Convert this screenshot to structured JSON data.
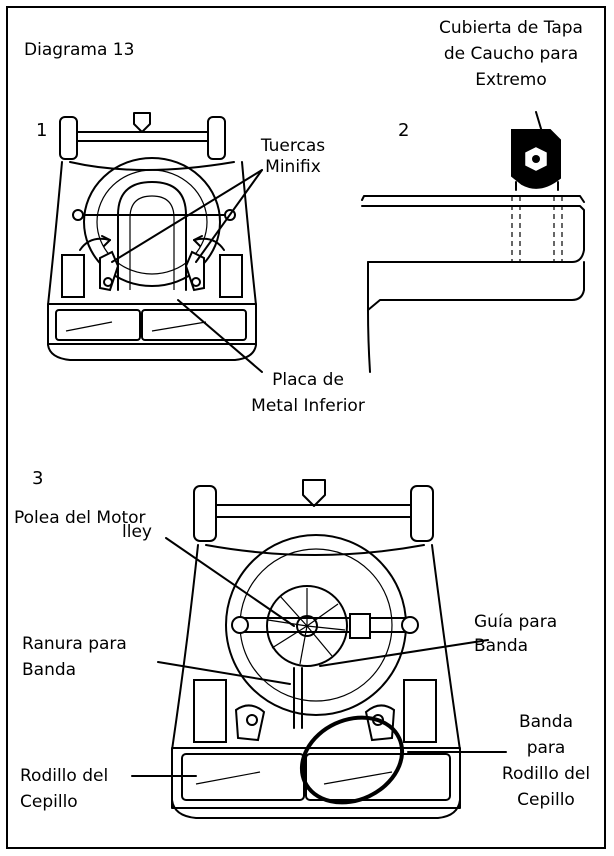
{
  "title": "Diagrama 13",
  "panels": [
    {
      "number": "1"
    },
    {
      "number": "2"
    },
    {
      "number": "3"
    }
  ],
  "labels": {
    "tuercas_line1": "Tuercas",
    "tuercas_line2": "Minifix",
    "placa_line1": "Placa de",
    "placa_line2": "Metal Inferior",
    "cubierta_line1": "Cubierta de Tapa",
    "cubierta_line2": "de Caucho para",
    "cubierta_line3": "Extremo",
    "polea": "Polea del Motor",
    "polea_fragment": "lley",
    "ranura_line1": "Ranura para",
    "ranura_line2": "Banda",
    "guia_line1": "Guía para",
    "guia_line2": "Banda",
    "banda_line1": "Banda",
    "banda_line2": "para",
    "banda_line3": "Rodillo del",
    "banda_line4": "Cepillo",
    "rodillo_line1": "Rodillo del",
    "rodillo_line2": "Cepillo"
  }
}
